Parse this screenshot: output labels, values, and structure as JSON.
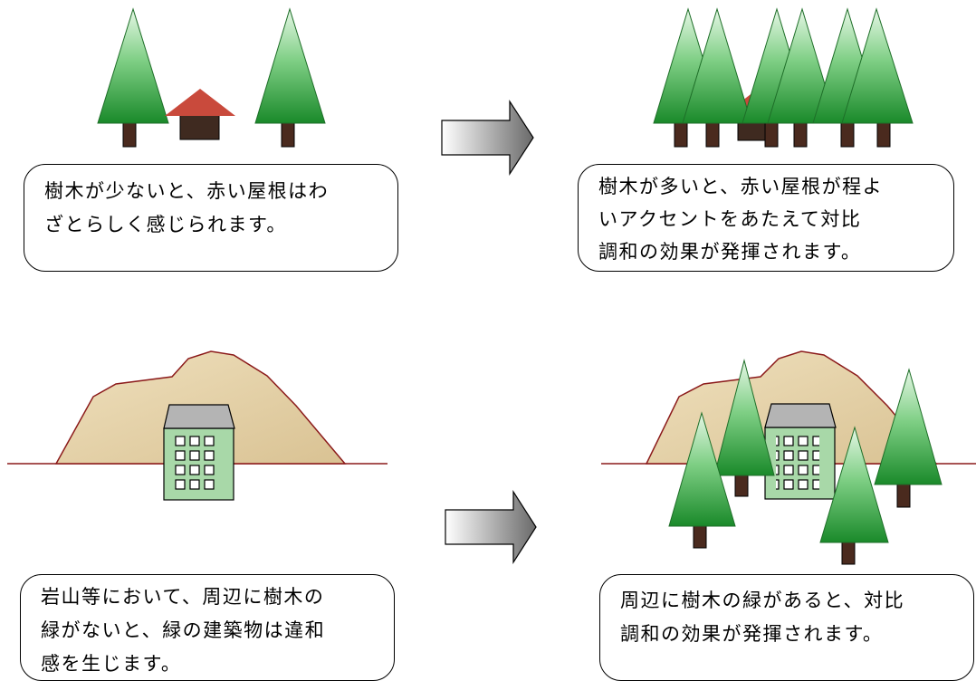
{
  "panels": [
    {
      "id": "few-trees",
      "caption_lines": [
        "樹木が少ないと、赤い屋根はわ",
        "ざとらしく感じられます。"
      ]
    },
    {
      "id": "many-trees",
      "caption_lines": [
        "樹木が多いと、赤い屋根が程よ",
        "いアクセントをあたえて対比",
        "調和の効果が発揮されます。"
      ]
    },
    {
      "id": "no-greenery",
      "caption_lines": [
        "岩山等において、周辺に樹木の",
        "緑がないと、緑の建築物は違和",
        "感を生じます。"
      ]
    },
    {
      "id": "with-greenery",
      "caption_lines": [
        "周辺に樹木の緑があると、対比",
        "調和の効果が発揮されます。"
      ]
    }
  ],
  "colors": {
    "tree_light": "#d9f2d9",
    "tree_dark": "#1e8a2e",
    "trunk": "#4a2a1e",
    "roof": "#c94a3c",
    "cabin": "#3f2a20",
    "rock": "#e2cfa5",
    "rock_outline": "#8b1a1a",
    "building": "#a8d8a8",
    "building_roof": "#b4b4b4",
    "ground_line": "#8b1a1a"
  }
}
